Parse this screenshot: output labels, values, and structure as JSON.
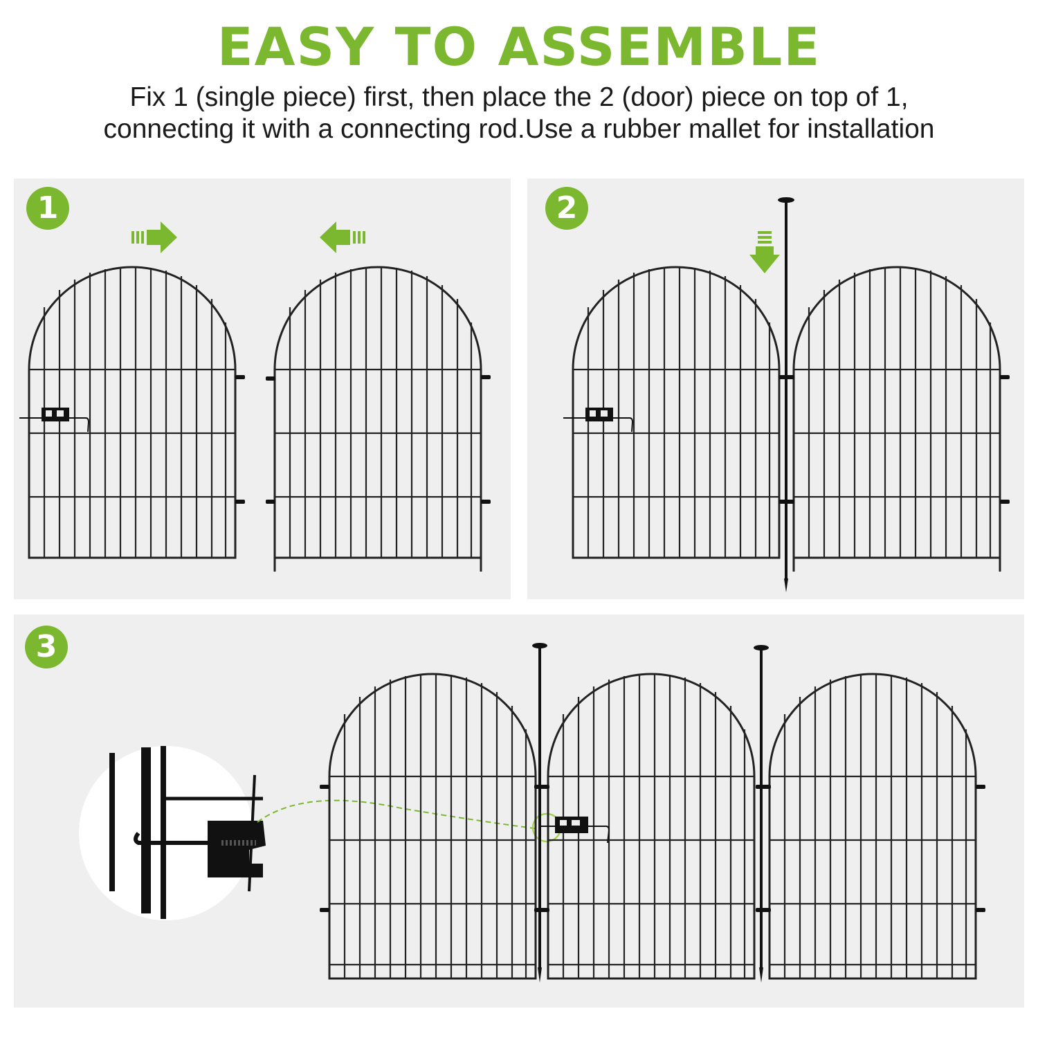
{
  "header": {
    "title": "EASY TO ASSEMBLE",
    "subtitle_line1": "Fix 1 (single piece) first, then place the 2 (door) piece on top of 1,",
    "subtitle_line2": "connecting it with a connecting rod.Use a rubber mallet for installation"
  },
  "colors": {
    "accent": "#7cb82f",
    "panel_bg": "#efefef",
    "fence": "#222222",
    "text": "#1a1a1a"
  },
  "steps": [
    {
      "number": "1",
      "description": "Two fence panels pushed toward each other",
      "icons": [
        "arrow-right-icon",
        "arrow-left-icon"
      ]
    },
    {
      "number": "2",
      "description": "Connecting rod inserted downward between panels",
      "icons": [
        "arrow-down-icon",
        "connecting-rod"
      ]
    },
    {
      "number": "3",
      "description": "Three panels joined with rods and latch detail",
      "icons": [
        "latch-detail-zoom",
        "connecting-rod",
        "connecting-rod"
      ]
    }
  ]
}
